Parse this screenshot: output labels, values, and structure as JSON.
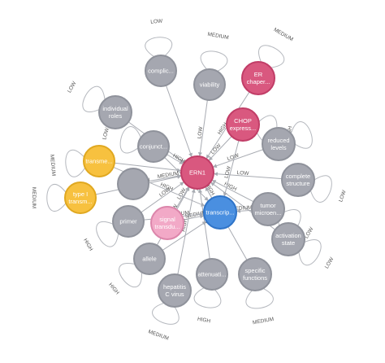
{
  "nodes": [
    {
      "id": "complic",
      "lines": [
        "complic..."
      ],
      "color": "#a5a7b0",
      "stroke": "#8f929b"
    },
    {
      "id": "viability",
      "lines": [
        "viability"
      ],
      "color": "#a5a7b0",
      "stroke": "#8f929b"
    },
    {
      "id": "er_chaper",
      "lines": [
        "ER",
        "chaper..."
      ],
      "color": "#d9587f",
      "stroke": "#c13d67"
    },
    {
      "id": "individual_roles",
      "lines": [
        "individual",
        "roles"
      ],
      "color": "#a5a7b0",
      "stroke": "#8f929b"
    },
    {
      "id": "chop",
      "lines": [
        "CHOP",
        "express..."
      ],
      "color": "#d9587f",
      "stroke": "#c13d67"
    },
    {
      "id": "conjunct",
      "lines": [
        "conjunct..."
      ],
      "color": "#a5a7b0",
      "stroke": "#8f929b"
    },
    {
      "id": "reduced_levels",
      "lines": [
        "reduced",
        "levels"
      ],
      "color": "#a5a7b0",
      "stroke": "#8f929b"
    },
    {
      "id": "transme1",
      "lines": [
        "transme..."
      ],
      "color": "#f7c13f",
      "stroke": "#e0a820"
    },
    {
      "id": "ern1",
      "lines": [
        "ERN1"
      ],
      "color": "#d9587f",
      "stroke": "#c13d67"
    },
    {
      "id": "complete_structure",
      "lines": [
        "complete",
        "structure"
      ],
      "color": "#a5a7b0",
      "stroke": "#8f929b"
    },
    {
      "id": "hub",
      "lines": [
        ""
      ],
      "color": "#a5a7b0",
      "stroke": "#8f929b"
    },
    {
      "id": "type1",
      "lines": [
        "type I",
        "transm..."
      ],
      "color": "#f7c13f",
      "stroke": "#e0a820"
    },
    {
      "id": "tumor",
      "lines": [
        "tumor",
        "microen..."
      ],
      "color": "#a5a7b0",
      "stroke": "#8f929b"
    },
    {
      "id": "transcrip",
      "lines": [
        "transcrip..."
      ],
      "color": "#4a8fe0",
      "stroke": "#2f74c8"
    },
    {
      "id": "primer",
      "lines": [
        "primer"
      ],
      "color": "#a5a7b0",
      "stroke": "#8f929b"
    },
    {
      "id": "signal",
      "lines": [
        "signal",
        "transdu..."
      ],
      "color": "#f2a9c7",
      "stroke": "#dc86ab"
    },
    {
      "id": "activation_state",
      "lines": [
        "activation",
        "state"
      ],
      "color": "#a5a7b0",
      "stroke": "#8f929b"
    },
    {
      "id": "allele",
      "lines": [
        "allele"
      ],
      "color": "#a5a7b0",
      "stroke": "#8f929b"
    },
    {
      "id": "attenuati",
      "lines": [
        "attenuati..."
      ],
      "color": "#a5a7b0",
      "stroke": "#8f929b"
    },
    {
      "id": "specific_functions",
      "lines": [
        "specific",
        "functions"
      ],
      "color": "#a5a7b0",
      "stroke": "#8f929b"
    },
    {
      "id": "hepatitis",
      "lines": [
        "hepatitis",
        "C virus"
      ],
      "color": "#a5a7b0",
      "stroke": "#8f929b"
    }
  ],
  "edges": [
    {
      "from": "complic",
      "to": "ern1",
      "label": ""
    },
    {
      "from": "viability",
      "to": "ern1",
      "label": "LOW"
    },
    {
      "from": "er_chaper",
      "to": "ern1",
      "label": "HIGH"
    },
    {
      "from": "individual_roles",
      "to": "ern1",
      "label": "LOW"
    },
    {
      "from": "chop",
      "to": "ern1",
      "label": "LOW"
    },
    {
      "from": "conjunct",
      "to": "ern1",
      "label": "HIGH"
    },
    {
      "from": "reduced_levels",
      "to": "ern1",
      "label": "LOW"
    },
    {
      "from": "transme1",
      "to": "ern1",
      "label": ""
    },
    {
      "from": "complete_structure",
      "to": "ern1",
      "label": "LOW"
    },
    {
      "from": "hub",
      "to": "ern1",
      "label": "MEDIUM"
    },
    {
      "from": "type1",
      "to": "ern1",
      "label": "LOW"
    },
    {
      "from": "tumor",
      "to": "ern1",
      "label": "HIGH"
    },
    {
      "from": "transcrip",
      "to": "ern1",
      "label": "HIGH"
    },
    {
      "from": "primer",
      "to": "ern1",
      "label": "LOW"
    },
    {
      "from": "signal",
      "to": "ern1",
      "label": "LOW"
    },
    {
      "from": "activation_state",
      "to": "ern1",
      "label": ""
    },
    {
      "from": "allele",
      "to": "ern1",
      "label": "LOW"
    },
    {
      "from": "attenuati",
      "to": "ern1",
      "label": "LOW"
    },
    {
      "from": "specific_functions",
      "to": "ern1",
      "label": "LOW"
    },
    {
      "from": "hepatitis",
      "to": "ern1",
      "label": "HIGH"
    },
    {
      "from": "conjunct",
      "to": "transcrip",
      "label": ""
    },
    {
      "from": "chop",
      "to": "transcrip",
      "label": "LOW"
    },
    {
      "from": "signal",
      "to": "transcrip",
      "label": "MEDIUM"
    },
    {
      "from": "tumor",
      "to": "transcrip",
      "label": "MEDIUM"
    },
    {
      "from": "primer",
      "to": "transcrip",
      "label": "MEDIUM"
    },
    {
      "from": "transme1",
      "to": "transcrip",
      "label": "HIGH"
    },
    {
      "from": "allele",
      "to": "transcrip",
      "label": ""
    }
  ],
  "loops": [
    {
      "node": "complic",
      "label": "LOW"
    },
    {
      "node": "viability",
      "label": "MEDIUM"
    },
    {
      "node": "er_chaper",
      "label": "MEDIUM"
    },
    {
      "node": "individual_roles",
      "label": "LOW"
    },
    {
      "node": "chop",
      "label": "HIGH"
    },
    {
      "node": "conjunct",
      "label": "LOW"
    },
    {
      "node": "reduced_levels",
      "label": ""
    },
    {
      "node": "transme1",
      "label": "MEDIUM"
    },
    {
      "node": "complete_structure",
      "label": "LOW"
    },
    {
      "node": "type1",
      "label": "MEDIUM"
    },
    {
      "node": "tumor",
      "label": "LOW"
    },
    {
      "node": "primer",
      "label": "HIGH"
    },
    {
      "node": "activation_state",
      "label": "LOW"
    },
    {
      "node": "allele",
      "label": "HIGH"
    },
    {
      "node": "attenuati",
      "label": "HIGH"
    },
    {
      "node": "specific_functions",
      "label": "MEDIUM"
    },
    {
      "node": "hepatitis",
      "label": "MEDIUM"
    }
  ]
}
